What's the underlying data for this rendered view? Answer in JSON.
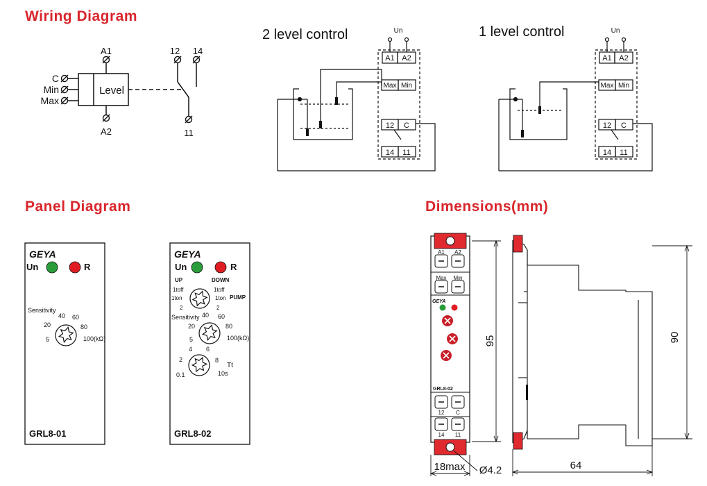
{
  "sections": {
    "wiring": "Wiring Diagram",
    "panel": "Panel Diagram",
    "dimensions": "Dimensions(mm)"
  },
  "wiring": {
    "a1": "A1",
    "a2": "A2",
    "c": "C",
    "min": "Min",
    "max": "Max",
    "level": "Level",
    "t12": "12",
    "t14": "14",
    "t11": "11"
  },
  "control": {
    "two_level": "2 level control",
    "one_level": "1 level control",
    "un": "Un",
    "a1": "A1",
    "a2": "A2",
    "max": "Max",
    "min": "Min",
    "t12": "12",
    "c": "C",
    "t14": "14",
    "t11": "11"
  },
  "panel1": {
    "brand": "GEYA",
    "un": "Un",
    "r": "R",
    "sensitivity": "Sensitivity",
    "ticks": [
      "5",
      "20",
      "40",
      "60",
      "80",
      "100(kΩ)"
    ],
    "model": "GRL8-01"
  },
  "panel2": {
    "brand": "GEYA",
    "un": "Un",
    "r": "R",
    "up": "UP",
    "down": "DOWN",
    "l1off": "1toff",
    "l1on": "1ton",
    "l2": "2",
    "r1off": "1toff",
    "r1on": "1ton",
    "r2": "2",
    "pump": "PUMP",
    "sensitivity": "Sensitivity",
    "sens_ticks": [
      "5",
      "20",
      "40",
      "60",
      "80",
      "100(kΩ)"
    ],
    "t_ticks": [
      "0.1",
      "2",
      "4",
      "6",
      "8",
      "10s"
    ],
    "tt": "Tt",
    "model": "GRL8-02"
  },
  "dims": {
    "a1": "A1",
    "a2": "A2",
    "max": "Max",
    "min": "Min",
    "t12": "12",
    "c": "C",
    "t14": "14",
    "t11": "11",
    "model": "GRL8-02",
    "height_total": "95",
    "height_body": "90",
    "width": "18max",
    "hole": "Ø4.2",
    "depth": "64"
  },
  "colors": {
    "title_red": "#d9262c",
    "led_green": "#2a9d3a",
    "led_red": "#e11d24",
    "knob_red": "#c8202a",
    "clip_red": "#e02a30"
  }
}
